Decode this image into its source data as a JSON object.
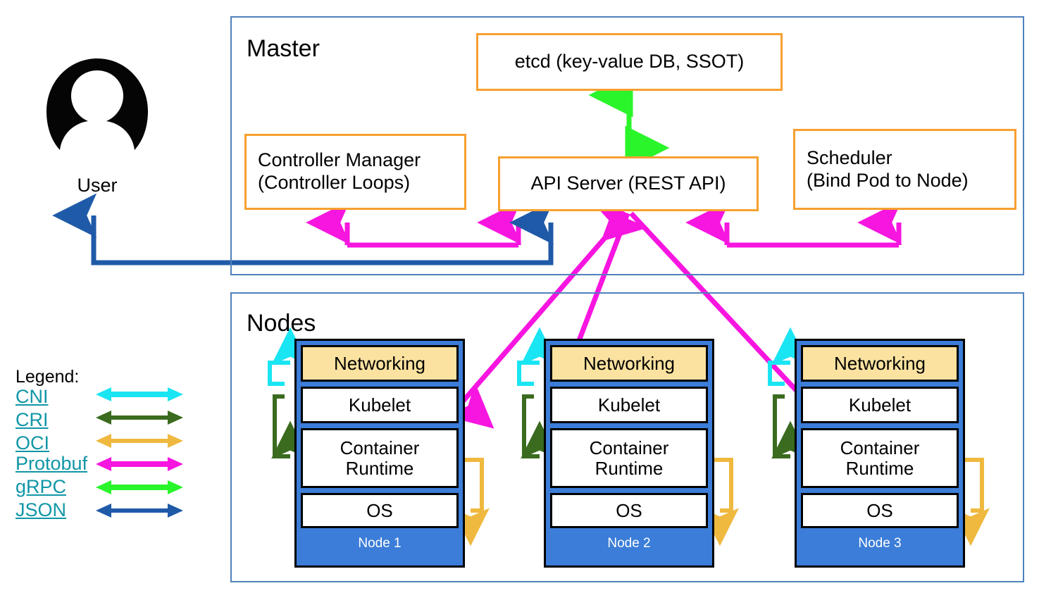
{
  "diagram": {
    "title_master": "Master",
    "title_nodes": "Nodes"
  },
  "user": {
    "label": "User",
    "icon": "user-avatar-icon"
  },
  "master": {
    "label": "Master",
    "boxes": [
      {
        "id": "etcd",
        "label": "etcd (key-value DB, SSOT)"
      },
      {
        "id": "controller-manager",
        "line1": "Controller Manager",
        "line2": "(Controller Loops)"
      },
      {
        "id": "api-server",
        "label": "API Server (REST API)"
      },
      {
        "id": "scheduler",
        "line1": "Scheduler",
        "line2": "(Bind Pod to Node)"
      }
    ]
  },
  "nodes": {
    "label": "Nodes",
    "layer_names": {
      "networking": "Networking",
      "kubelet": "Kubelet",
      "container_runtime_line1": "Container",
      "container_runtime_line2": "Runtime",
      "os": "OS"
    },
    "items": [
      {
        "id": "node-1",
        "label": "Node 1"
      },
      {
        "id": "node-2",
        "label": "Node 2"
      },
      {
        "id": "node-3",
        "label": "Node 3"
      }
    ]
  },
  "legend": {
    "title": "Legend:",
    "entries": [
      {
        "label": "CNI",
        "color": "#1ae5f2"
      },
      {
        "label": "CRI",
        "color": "#3a6b1e"
      },
      {
        "label": "OCI",
        "color": "#efb93f"
      },
      {
        "label": "Protobuf",
        "color": "#f715e0"
      },
      {
        "label": "gRPC",
        "color": "#2af52a"
      },
      {
        "label": "JSON",
        "color": "#1f5aa8"
      }
    ]
  },
  "colors": {
    "group_border": "#4f81bd",
    "master_box_border": "#f7a030",
    "node_fill": "#3b7dd8",
    "networking_fill": "#fbe2a0",
    "link_text": "#1196a6",
    "cni": "#1ae5f2",
    "cri": "#3a6b1e",
    "oci": "#efb93f",
    "protobuf": "#f715e0",
    "grpc": "#2af52a",
    "json": "#1f5aa8"
  }
}
